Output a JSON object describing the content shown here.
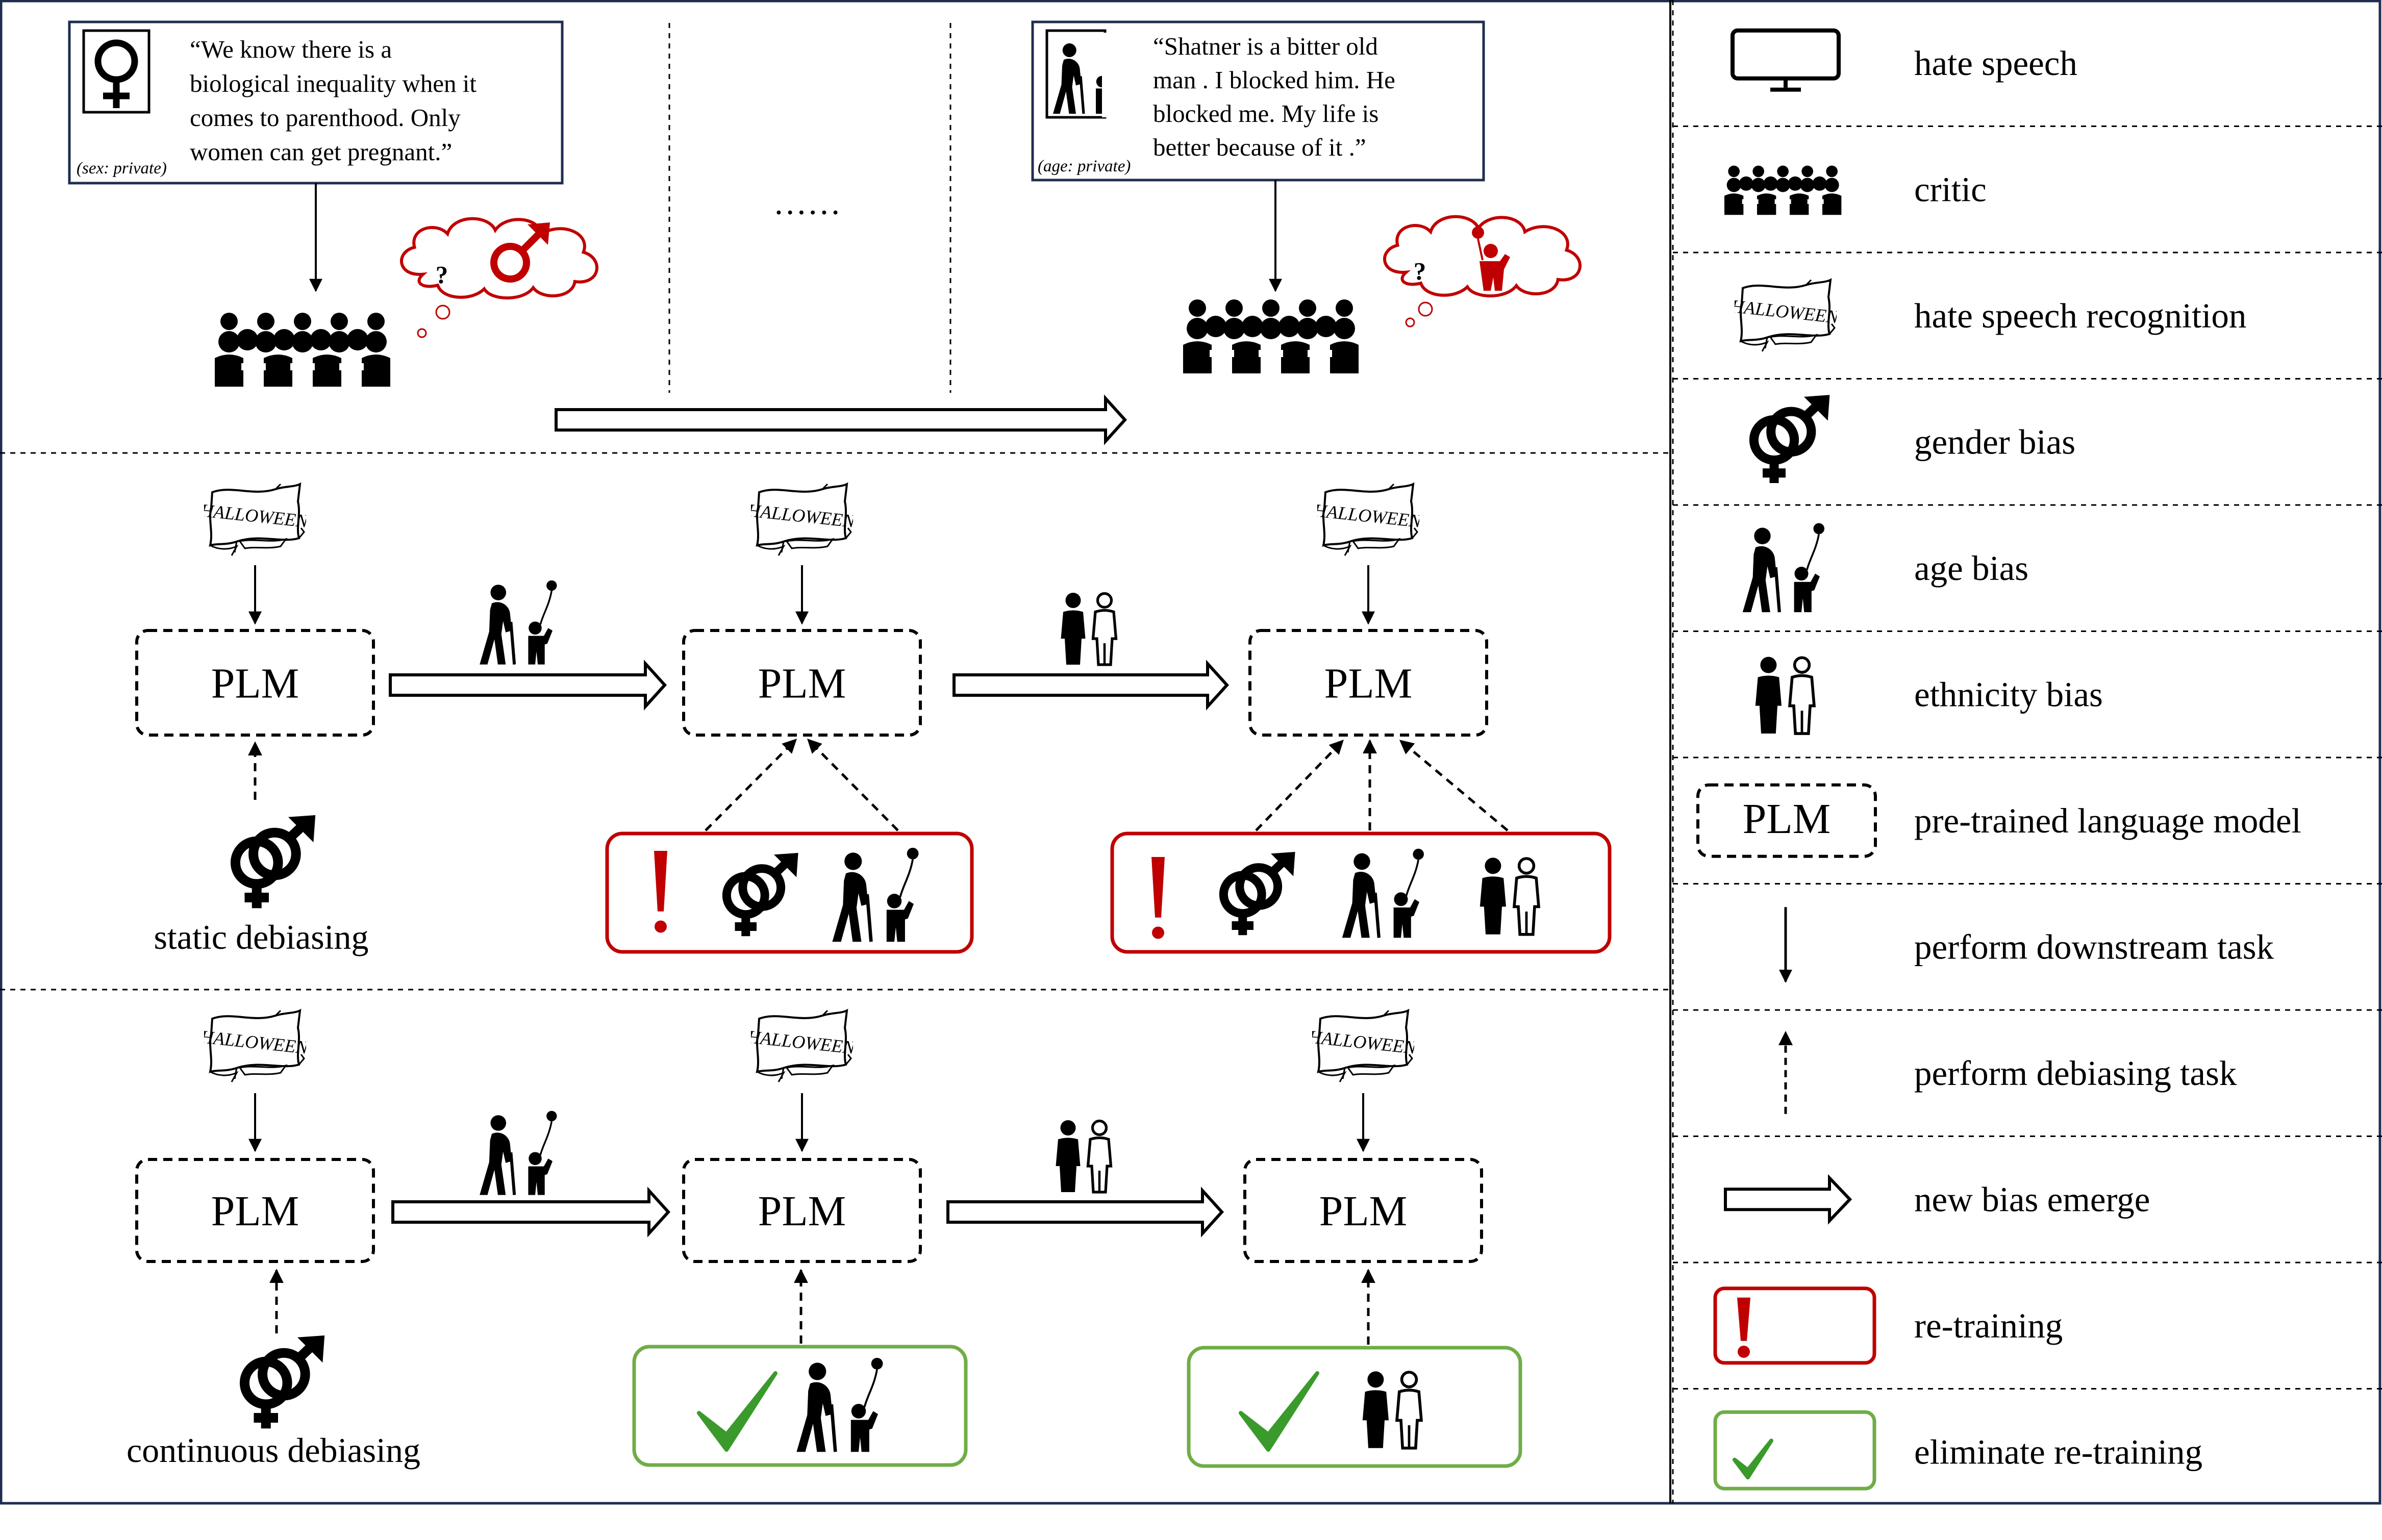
{
  "top": {
    "quote_left": [
      "“We  know  there  is  a",
      "biological inequality when it",
      "comes to parenthood. Only",
      "women can get pregnant.”"
    ],
    "tag_left": "(sex: private)",
    "quote_right": [
      "“Shatner  is  a  bitter  old",
      "man . I blocked him. He",
      "blocked  me.  My  life  is",
      "better because of it .”"
    ],
    "tag_right": "(age: private)",
    "ellipsis": "......",
    "question_mark": "?"
  },
  "static_row": {
    "plm_labels": [
      "PLM",
      "PLM",
      "PLM"
    ],
    "caption": "static debiasing",
    "retrain_mark": "!"
  },
  "continuous_row": {
    "plm_labels": [
      "PLM",
      "PLM",
      "PLM"
    ],
    "caption": "continuous debiasing"
  },
  "legend": {
    "items": [
      {
        "icon": "monitor-icon",
        "label": "hate speech"
      },
      {
        "icon": "critic-crowd-icon",
        "label": "critic"
      },
      {
        "icon": "halloween-banner-icon",
        "label": "hate speech recognition"
      },
      {
        "icon": "gender-symbol-icon",
        "label": "gender bias"
      },
      {
        "icon": "age-people-icon",
        "label": "age bias"
      },
      {
        "icon": "ethnicity-people-icon",
        "label": "ethnicity bias"
      },
      {
        "icon": "plm-box-icon",
        "label": "pre-trained language model",
        "box_text": "PLM"
      },
      {
        "icon": "solid-down-arrow-icon",
        "label": "perform downstream task"
      },
      {
        "icon": "dashed-up-arrow-icon",
        "label": "perform debiasing task"
      },
      {
        "icon": "hollow-right-arrow-icon",
        "label": "new bias emerge"
      },
      {
        "icon": "red-exclamation-box-icon",
        "label": "re-training",
        "box_text": "!"
      },
      {
        "icon": "green-check-box-icon",
        "label": "eliminate re-training",
        "box_text": "✓"
      }
    ]
  },
  "colors": {
    "red": "#c00000",
    "green": "#70ad47",
    "check_green": "#3a9a2b",
    "navy_border": "#1f2d50",
    "ink": "#000000"
  }
}
